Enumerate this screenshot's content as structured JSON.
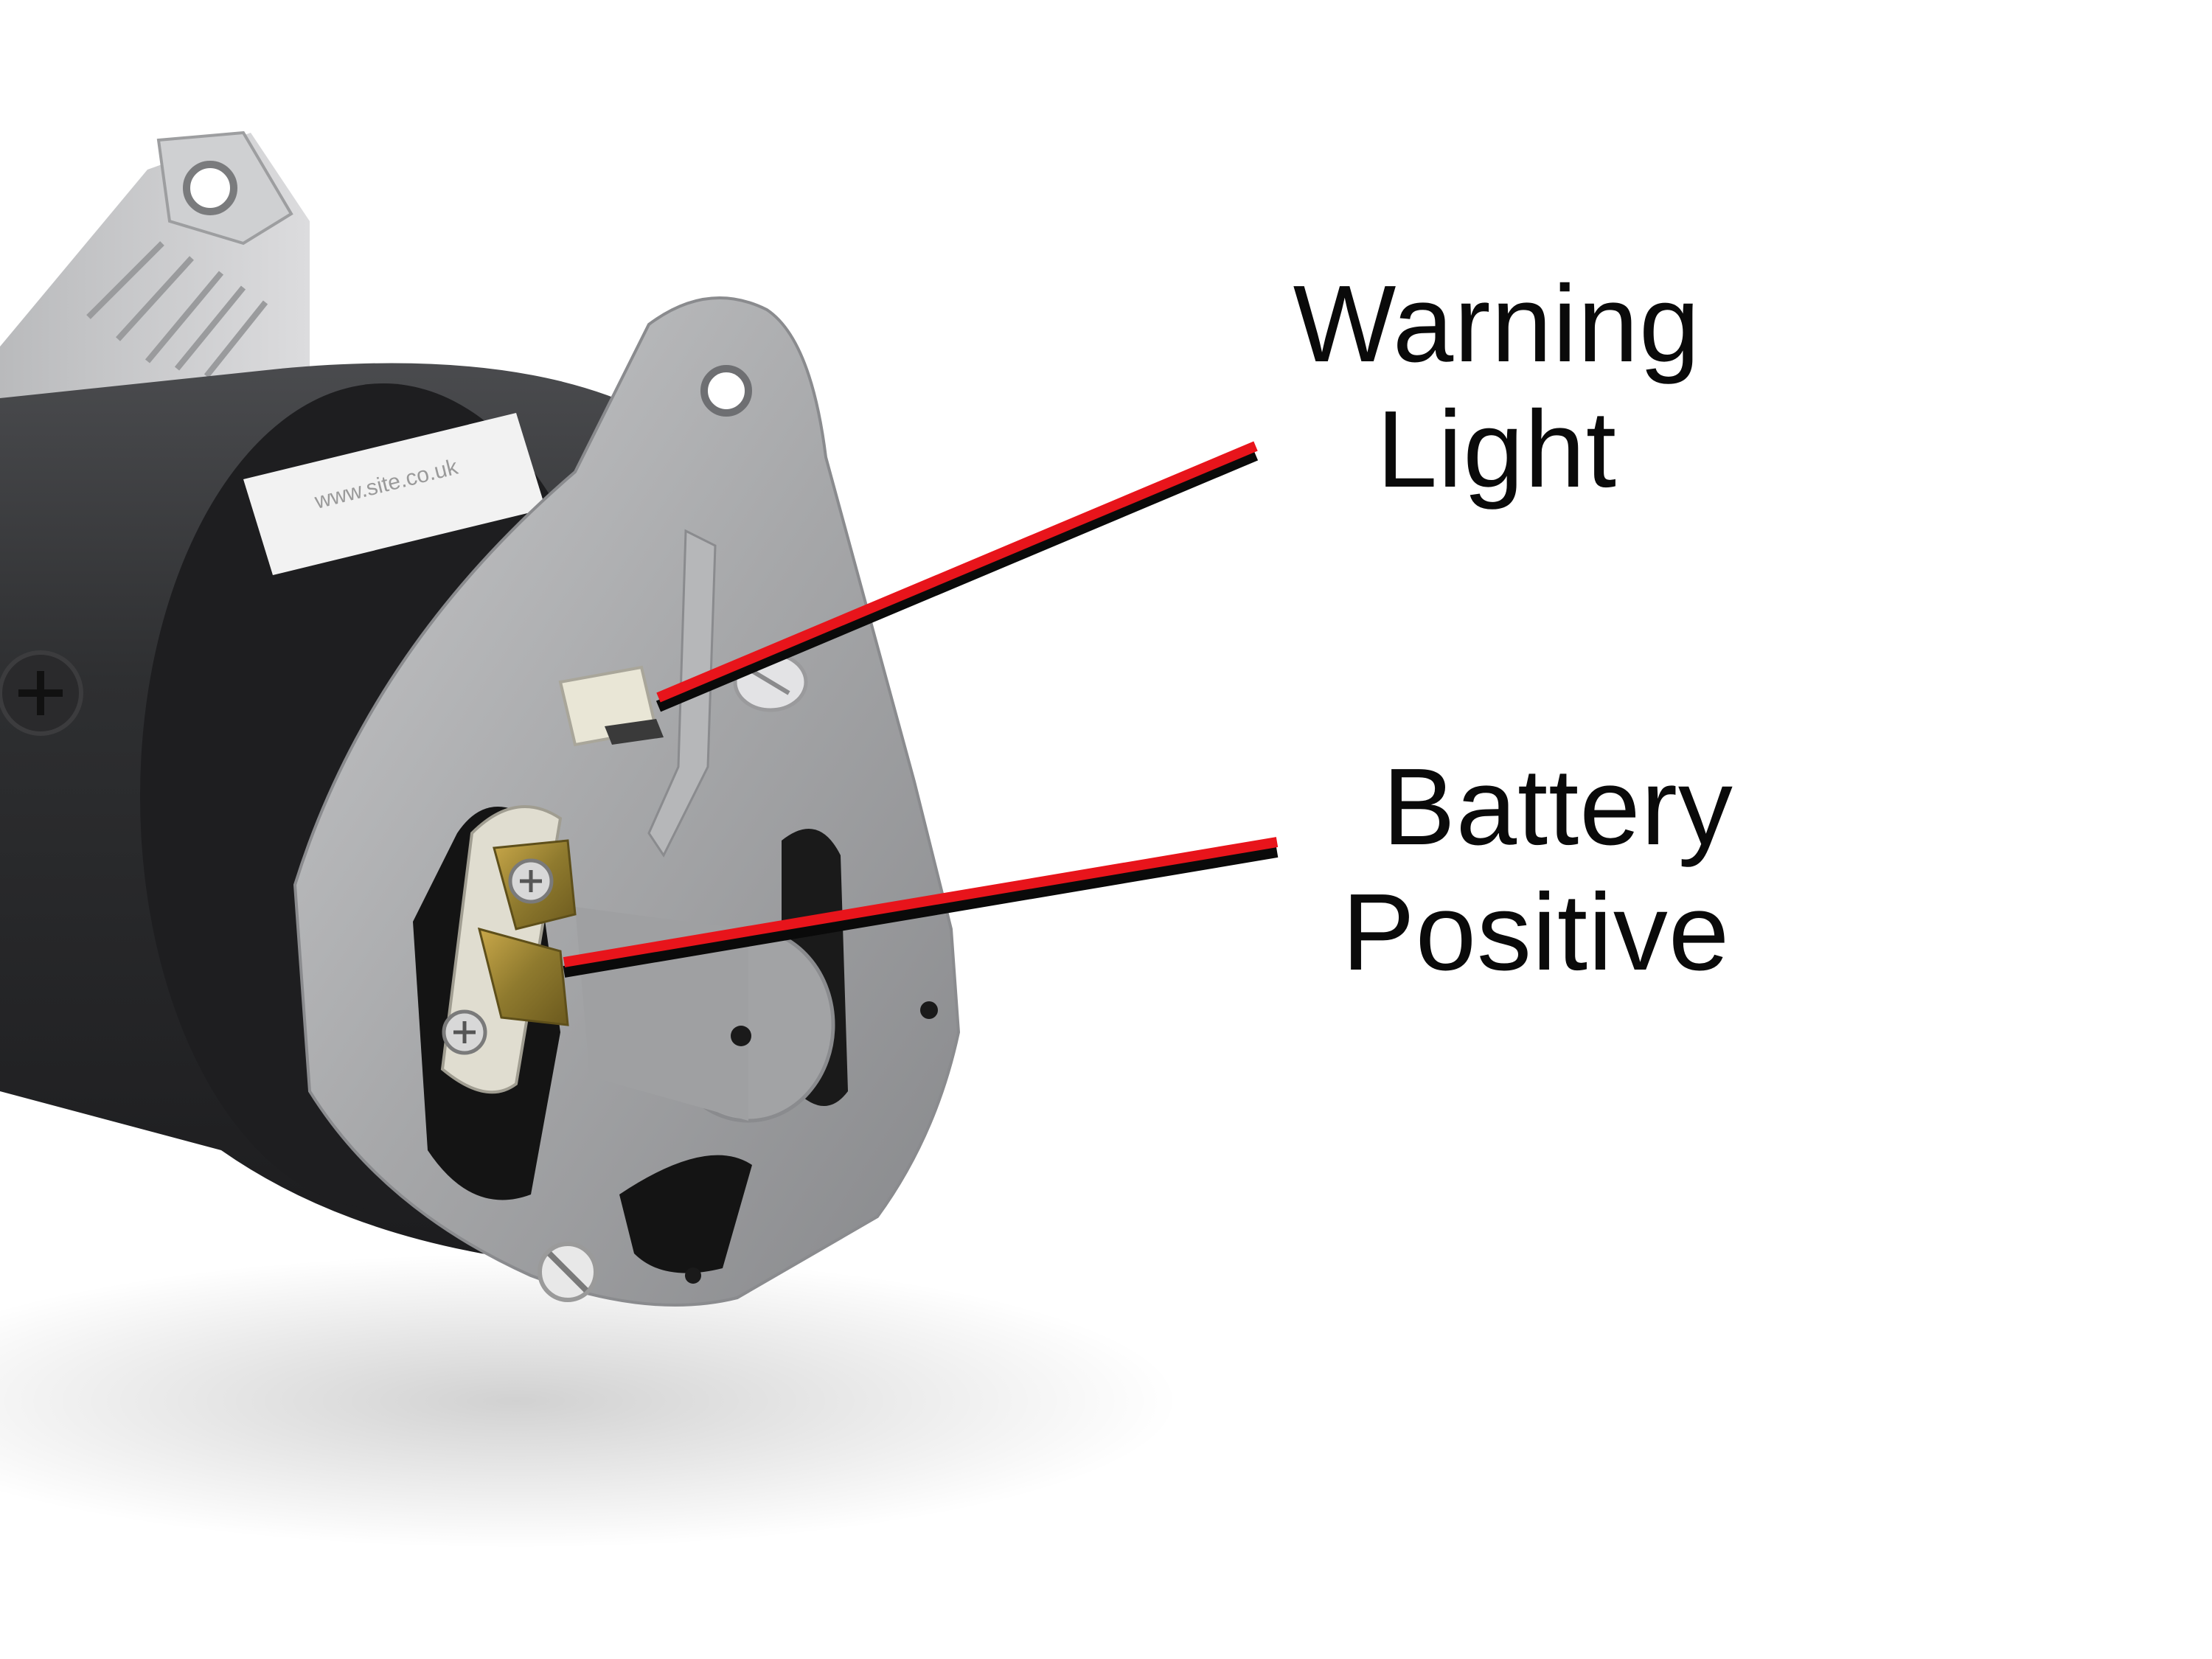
{
  "image": {
    "alt_subject": "alternator",
    "background_color": "#ffffff"
  },
  "callouts": [
    {
      "id": "warning-light",
      "lines": [
        "Warning",
        "Light"
      ],
      "wire_colors": [
        "#e8141b",
        "#0a0a0a"
      ]
    },
    {
      "id": "battery-positive",
      "lines": [
        "Battery",
        "Positive"
      ],
      "wire_colors": [
        "#e8141b",
        "#0a0a0a"
      ]
    }
  ],
  "colors": {
    "wire_red": "#e8141b",
    "wire_black": "#0a0a0a",
    "body_dark": "#2b2b2d",
    "housing_silver": "#a9aaac",
    "text": "#0a0a0a"
  }
}
